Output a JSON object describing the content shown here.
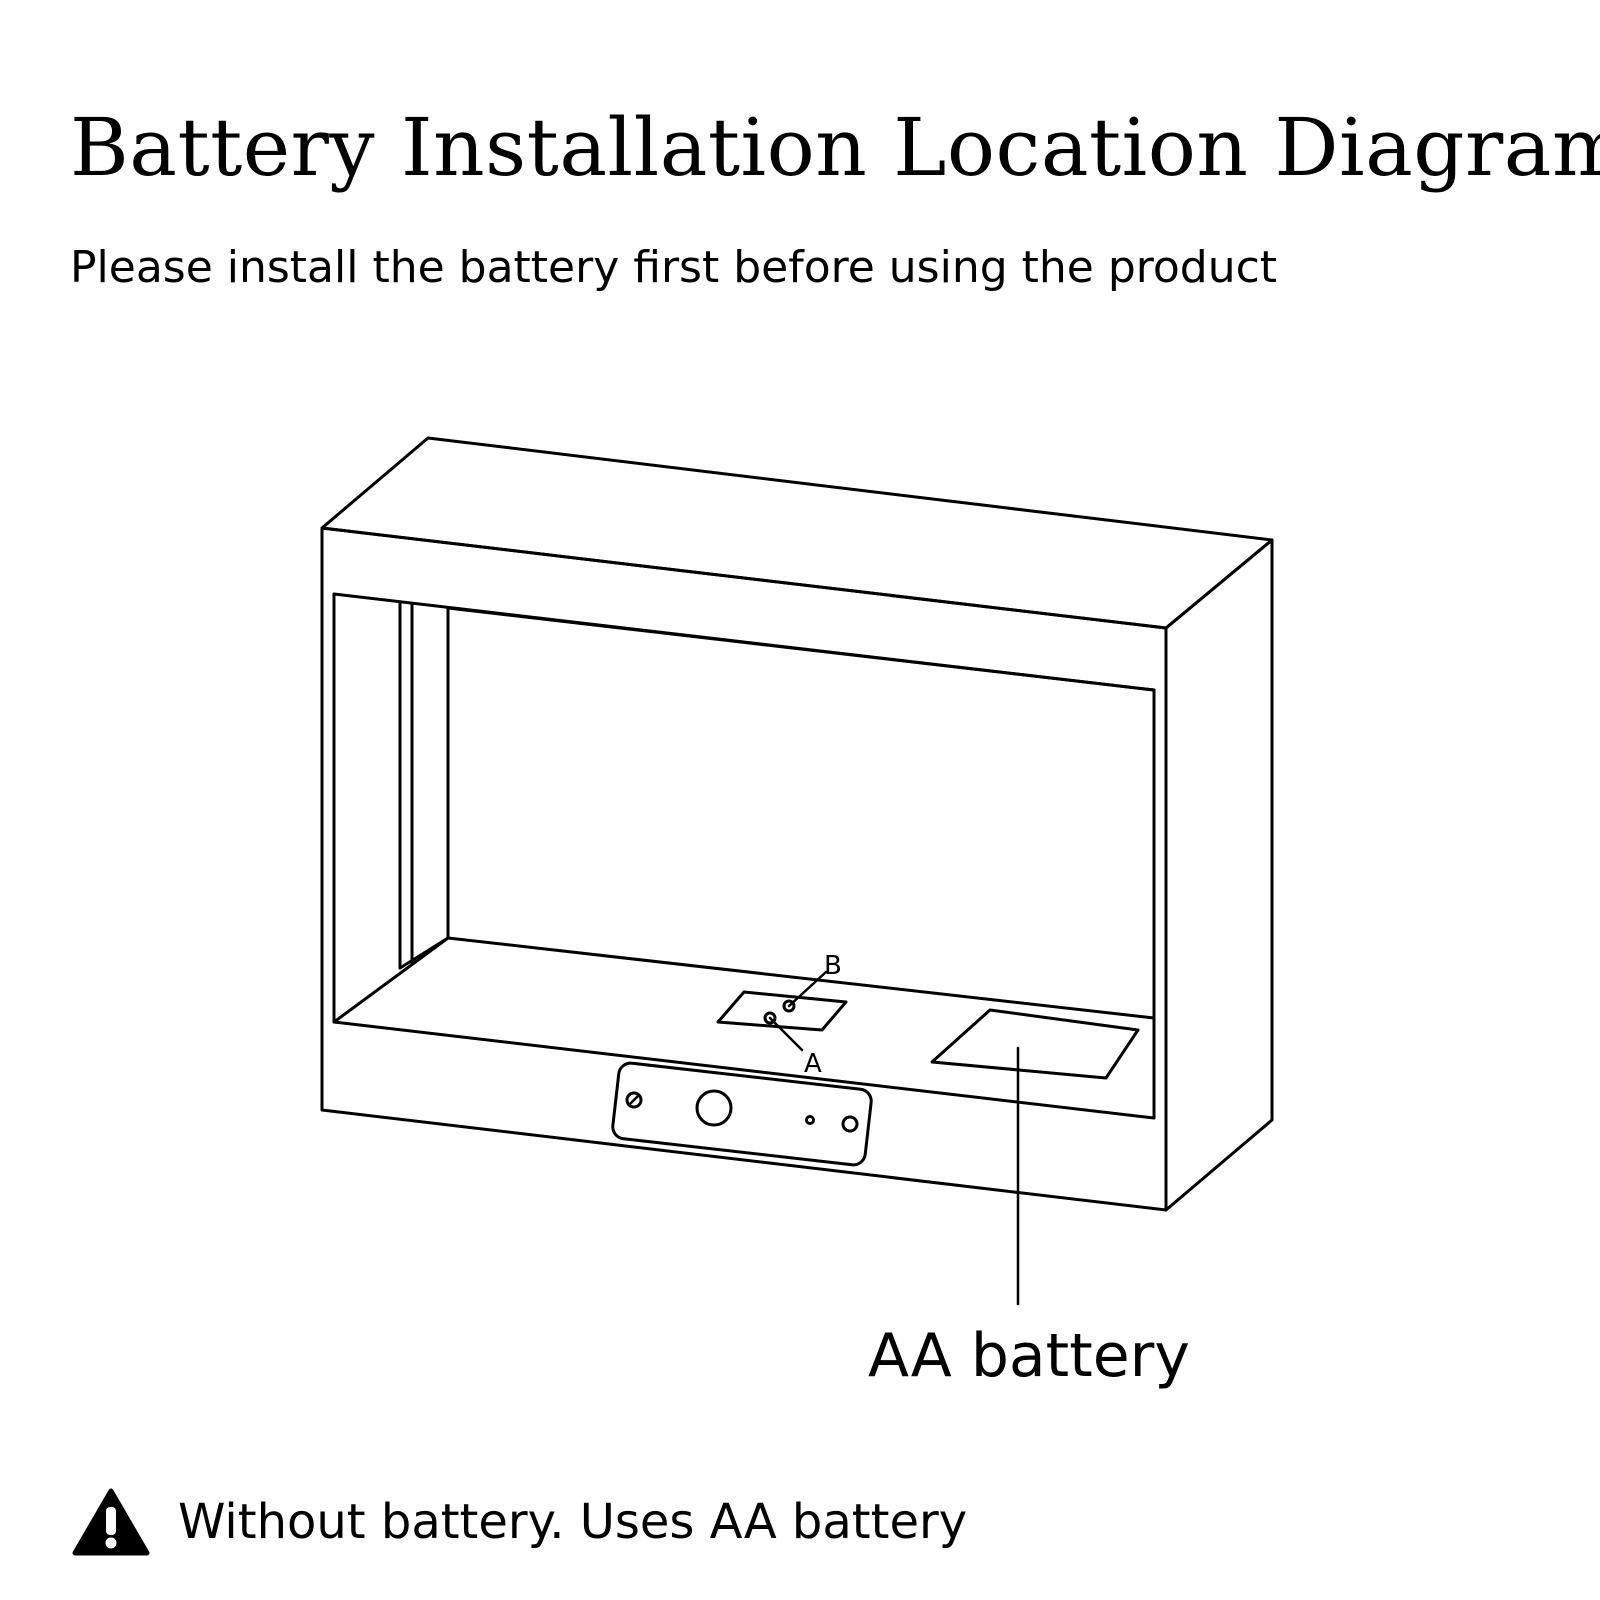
{
  "header": {
    "title": "Battery Installation Location Diagram",
    "subtitle": "Please install the battery first before using the product"
  },
  "diagram": {
    "marker_a": "A",
    "marker_b": "B",
    "callout_label": "AA battery"
  },
  "notice": {
    "icon": "warning-triangle-icon",
    "text": "Without battery. Uses AA battery"
  }
}
